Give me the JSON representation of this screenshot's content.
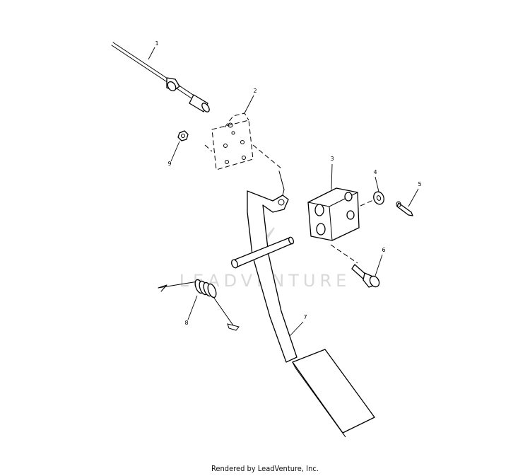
{
  "watermark": {
    "text": "LEADVENTURE"
  },
  "callouts": {
    "c1": "1",
    "c2": "2",
    "c3": "3",
    "c4": "4",
    "c5": "5",
    "c6": "6",
    "c7": "7",
    "c8": "8",
    "c9": "9"
  },
  "footer": {
    "text": "Rendered by LeadVenture, Inc."
  },
  "colors": {
    "line": "#000000",
    "background": "#ffffff",
    "watermark": "#d9d9d9"
  }
}
